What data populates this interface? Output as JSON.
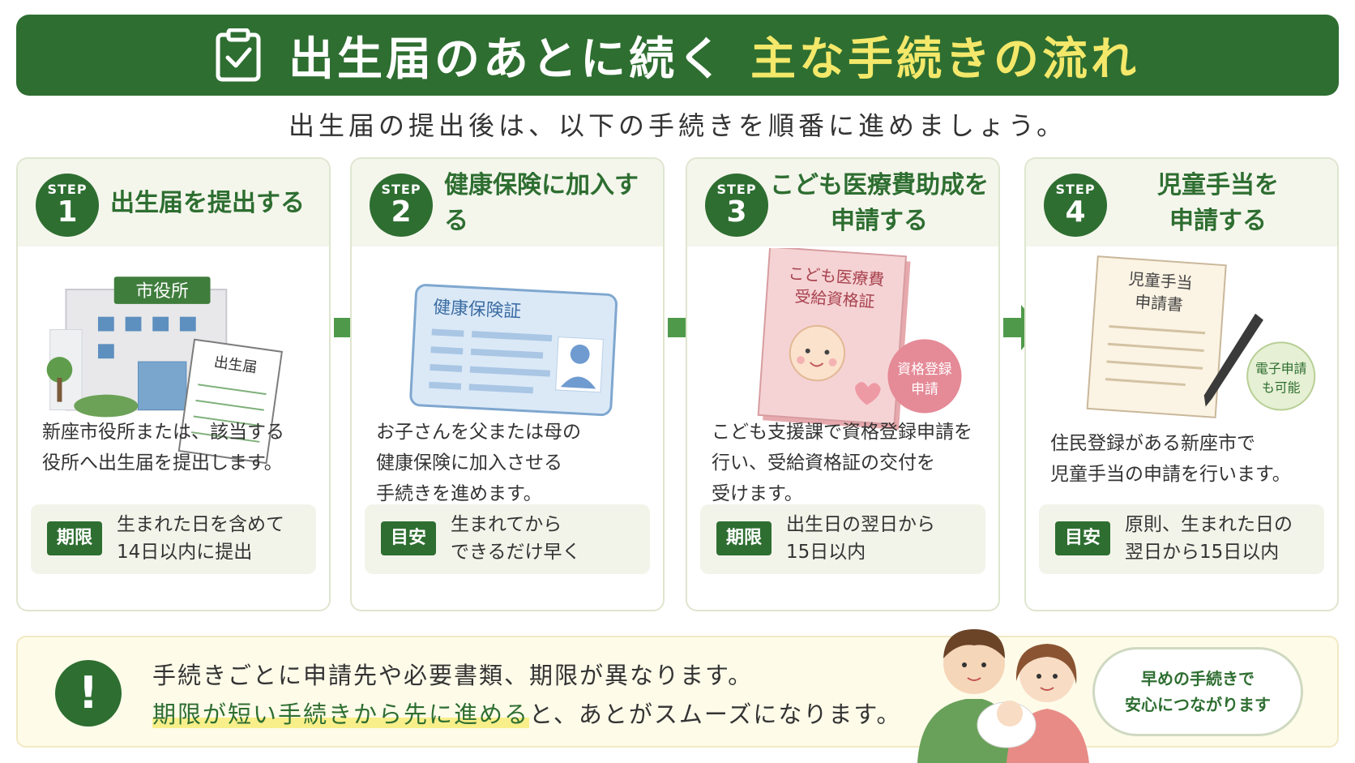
{
  "header": {
    "title_white": "出生届のあとに続く",
    "title_yellow": "主な手続きの流れ",
    "icon": "clipboard-check-icon"
  },
  "subtitle": "出生届の提出後は、以下の手続きを順番に進めましょう。",
  "steps": [
    {
      "step_label": "STEP",
      "number": "1",
      "title": "出生届を提出する",
      "illustration": {
        "sign": "市役所",
        "paper": "出生届"
      },
      "desc1": "新座市役所または、該当する",
      "desc2": "役所へ出生届を提出します。",
      "desc3": "",
      "tag": "期限",
      "term1": "生まれた日を含めて",
      "term2": "14日以内に提出"
    },
    {
      "step_label": "STEP",
      "number": "2",
      "title": "健康保険に加入する",
      "illustration": {
        "card": "健康保険証"
      },
      "desc1": "お子さんを父または母の",
      "desc2": "健康保険に加入させる",
      "desc3": "手続きを進めます。",
      "tag": "目安",
      "term1": "生まれてから",
      "term2": "できるだけ早く"
    },
    {
      "step_label": "STEP",
      "number": "3",
      "title1": "こども医療費助成を",
      "title2": "申請する",
      "illustration": {
        "book1": "こども医療費",
        "book2": "受給資格証",
        "stamp1": "資格登録",
        "stamp2": "申請"
      },
      "desc1": "こども支援課で資格登録申請を",
      "desc2": "行い、受給資格証の交付を",
      "desc3": "受けます。",
      "tag": "期限",
      "term1": "出生日の翌日から",
      "term2": "15日以内"
    },
    {
      "step_label": "STEP",
      "number": "4",
      "title1": "児童手当を",
      "title2": "申請する",
      "illustration": {
        "form1": "児童手当",
        "form2": "申請書",
        "stamp1": "電子申請",
        "stamp2": "も可能"
      },
      "desc1": "住民登録がある新座市で",
      "desc2": "児童手当の申請を行います。",
      "desc3": "",
      "tag": "目安",
      "term1": "原則、生まれた日の",
      "term2": "翌日から15日以内"
    }
  ],
  "notice": {
    "icon": "exclamation-icon",
    "line1": "手続きごとに申請先や必要書類、期限が異なります。",
    "line2_highlight": "期限が短い手続きから先に進める",
    "line2_rest": "と、あとがスムーズになります。",
    "bubble1": "早めの手続きで",
    "bubble2": "安心につながります"
  },
  "colors": {
    "primary": "#2e6e31",
    "accent_yellow": "#f4e86a",
    "card_head": "#f4f6ec",
    "notice_bg": "#fefbe9"
  }
}
